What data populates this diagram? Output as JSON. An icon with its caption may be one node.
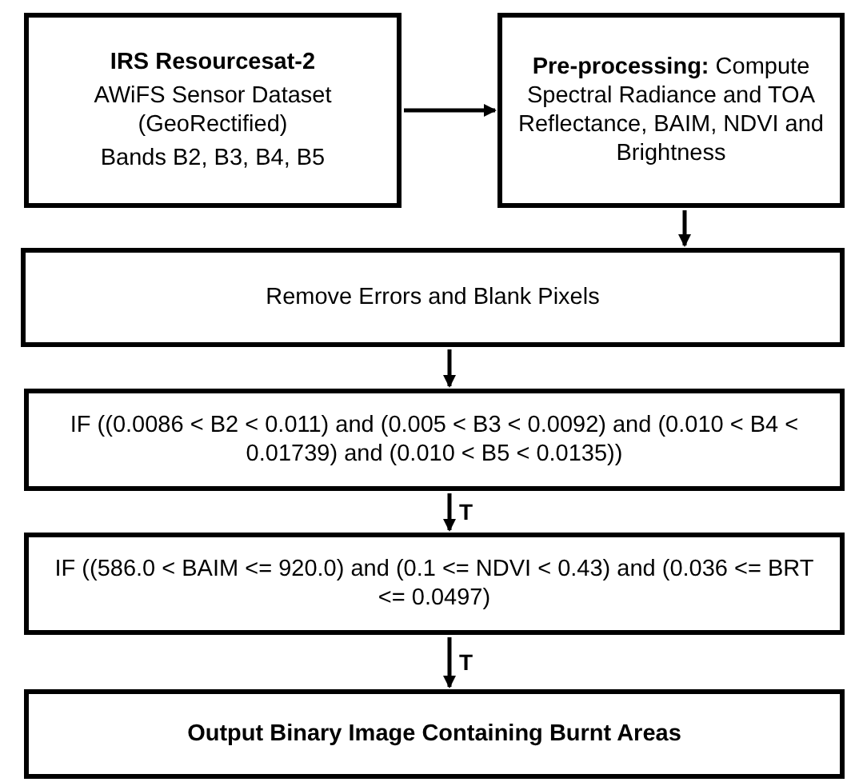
{
  "diagram": {
    "nodes": [
      {
        "text": [
          "IRS Resourcesat-2",
          "AWiFS Sensor Dataset (GeoRectified)",
          "Bands B2, B3, B4, B5"
        ]
      },
      {
        "text": [
          "**Pre-processing:** Compute Spectral Radiance and TOA Reflectance, BAIM, NDVI and Brightness"
        ]
      },
      {
        "text": [
          "Remove Errors and Blank Pixels"
        ]
      },
      {
        "text": [
          "IF ((0.0086 < B2 < 0.011) and (0.005 < B3 < 0.0092) and (0.010 < B4 < 0.01739) and (0.010 < B5 < 0.0135))"
        ]
      },
      {
        "text": [
          "IF ((586.0 < BAIM <= 920.0) and (0.1 <= NDVI < 0.43) and (0.036 <= BRT <= 0.0497)"
        ]
      },
      {
        "text": [
          "Output Binary Image Containing Burnt Areas"
        ]
      }
    ],
    "edges": [
      {
        "from": 0,
        "to": 1,
        "arrow": "to"
      },
      {
        "from": 1,
        "to": 2,
        "arrow": "to"
      },
      {
        "from": 2,
        "to": 3,
        "arrow": "to"
      },
      {
        "from": 3,
        "to": 4,
        "arrow": "to",
        "label": "T"
      },
      {
        "from": 4,
        "to": 5,
        "arrow": "to",
        "label": "T"
      }
    ]
  }
}
